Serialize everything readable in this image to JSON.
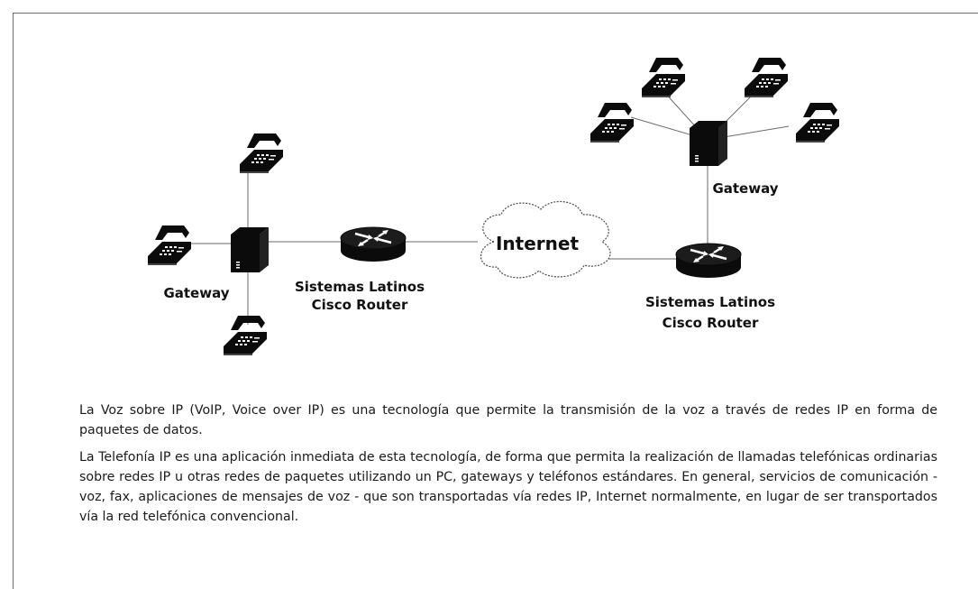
{
  "diagram": {
    "left_gateway_label": "Gateway",
    "left_router_label_line1": "Sistemas Latinos",
    "left_router_label_line2": "Cisco Router",
    "cloud_label": "Internet",
    "right_router_label_line1": "Sistemas Latinos",
    "right_router_label_line2": "Cisco Router",
    "right_gateway_label": "Gateway",
    "icons": {
      "phone": "telephone-icon",
      "gateway": "gateway-icon",
      "router": "router-icon",
      "cloud": "cloud-icon"
    }
  },
  "body": {
    "paragraph1": "La Voz sobre IP (VoIP, Voice over IP) es una tecnología que permite la transmisión de la voz a través de redes IP en forma de paquetes de datos.",
    "paragraph2": "La Telefonía IP es una aplicación inmediata de esta tecnología, de forma que permita la realización de llamadas telefónicas ordinarias sobre redes IP u otras redes de paquetes utilizando un PC, gateways y teléfonos estándares. En general, servicios de comunicación - voz, fax, aplicaciones de mensajes de voz - que son transportadas vía redes IP, Internet normalmente, en lugar de ser transportados vía la red telefónica convencional."
  }
}
